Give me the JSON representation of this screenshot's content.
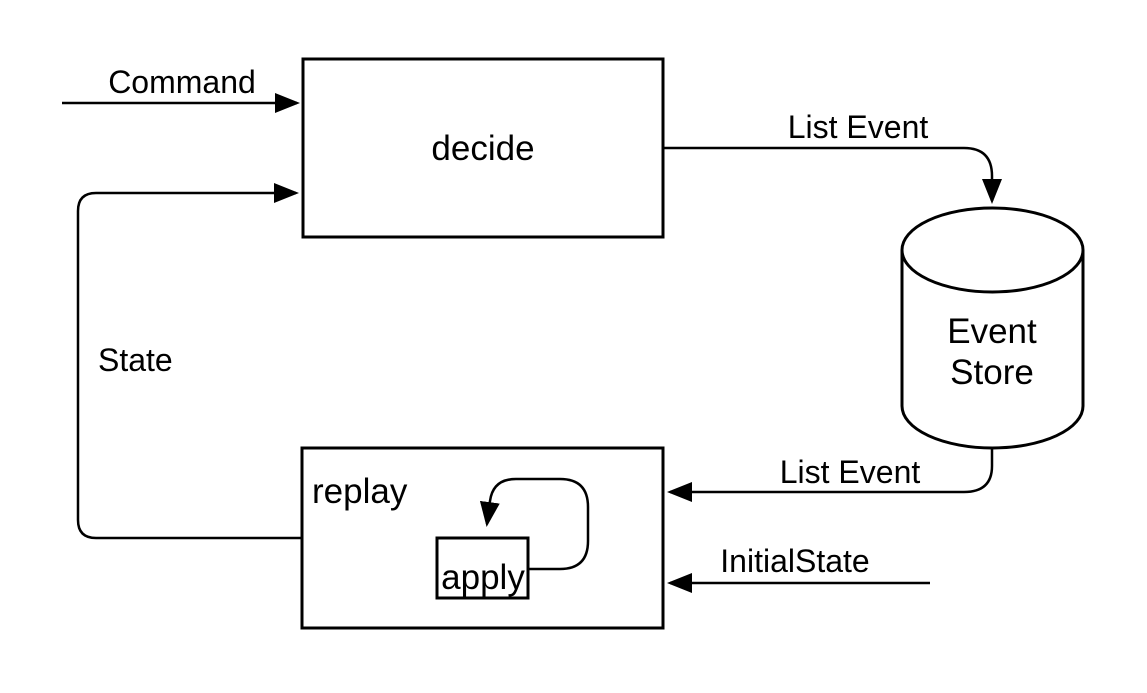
{
  "diagram": {
    "type": "flow-diagram",
    "description": "event sourcing decide/replay loop",
    "nodes": {
      "decide": {
        "label": "decide",
        "shape": "rectangle"
      },
      "event_store": {
        "label_line1": "Event",
        "label_line2": "Store",
        "shape": "cylinder-database"
      },
      "replay": {
        "label": "replay",
        "shape": "rectangle"
      },
      "apply": {
        "label": "apply",
        "shape": "rectangle"
      }
    },
    "edges": {
      "command": {
        "label": "Command",
        "from": "external",
        "to": "decide"
      },
      "state": {
        "label": "State",
        "from": "replay",
        "to": "decide"
      },
      "list_event_top": {
        "label": "List Event",
        "from": "decide",
        "to": "event_store"
      },
      "list_event_bottom": {
        "label": "List Event",
        "from": "event_store",
        "to": "replay"
      },
      "initial_state": {
        "label": "InitialState",
        "from": "external",
        "to": "replay"
      },
      "apply_loop": {
        "label": "",
        "from": "apply",
        "to": "apply"
      }
    },
    "colors": {
      "stroke": "#000000",
      "text": "#000000",
      "background": "#ffffff"
    }
  }
}
